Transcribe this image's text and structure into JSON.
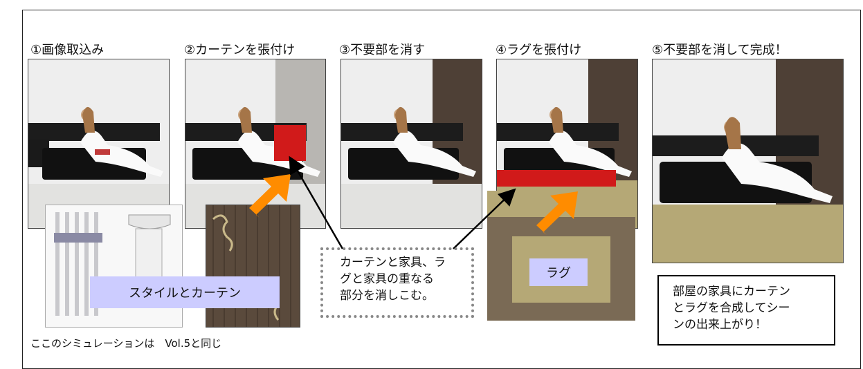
{
  "steps": [
    {
      "title": "①画像取込み"
    },
    {
      "title": "②カーテンを張付け"
    },
    {
      "title": "③不要部を消す"
    },
    {
      "title": "④ラグを張付け"
    },
    {
      "title": "⑤不要部を消して完成！"
    }
  ],
  "labels": {
    "style_curtain": "スタイルとカーテン",
    "rug": "ラグ"
  },
  "callouts": {
    "erase_note": [
      "カーテンと家具、ラ",
      "グと家具の重なる",
      "部分を消しこむ。"
    ],
    "complete_note": [
      "部屋の家具にカーテン",
      "とラグを合成してシー",
      "ンの出来上がり！"
    ]
  },
  "footnote": "ここのシミュレーションは　Vol.5と同じ",
  "colors": {
    "red_highlight": "#d11a1a",
    "orange_arrow": "#ff8c00",
    "label_bg": "#ccccff",
    "rug_outer": "#7a6a55",
    "rug_inner": "#b5a876",
    "curtain_dark": "#4e4036"
  }
}
